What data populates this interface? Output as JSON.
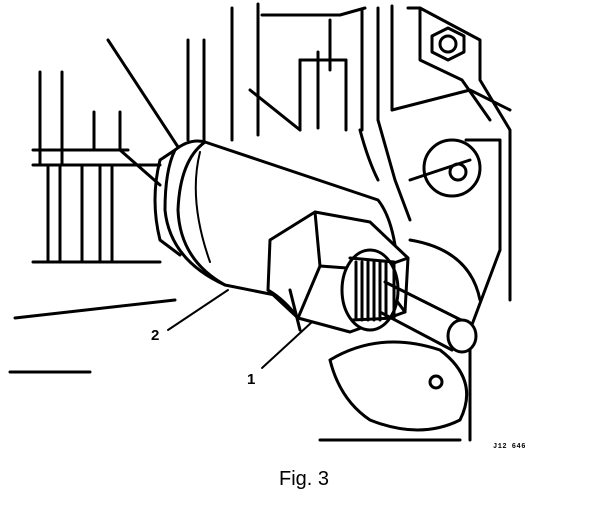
{
  "figure": {
    "caption": "Fig. 3",
    "reference_code": "J12 646",
    "callouts": [
      {
        "number": "2"
      },
      {
        "number": "1"
      }
    ],
    "line_color": "#000000",
    "background_color": "#ffffff"
  }
}
